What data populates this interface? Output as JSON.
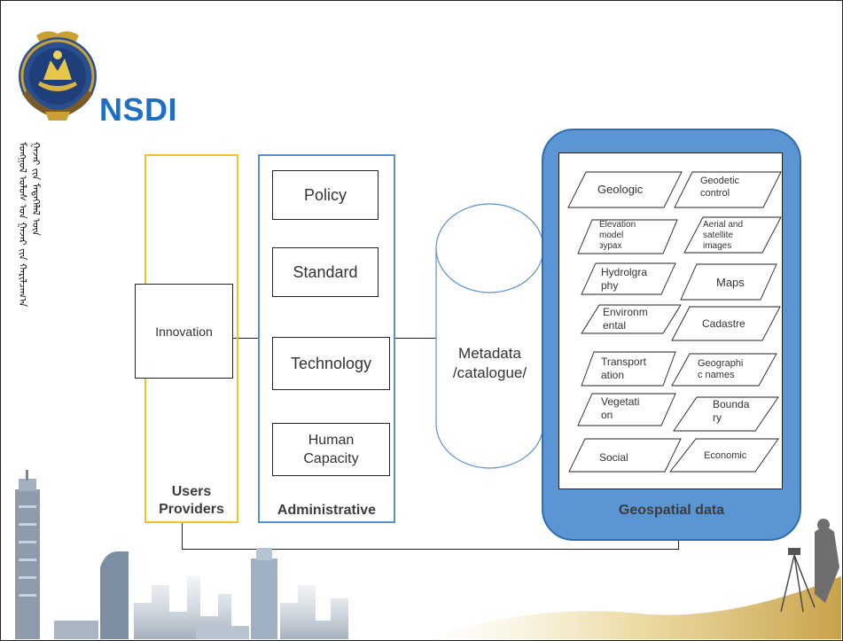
{
  "title": "NSDI",
  "colors": {
    "title": "#1f6fc4",
    "users_border": "#f2c227",
    "admin_border": "#5b8fd1",
    "geo_fill": "#5b95d3",
    "geo_border": "#2e6cb3",
    "cylinder_border": "#5b8fd1"
  },
  "columns": {
    "users": {
      "line1": "Users",
      "line2": "Providers"
    },
    "administrative": "Administrative",
    "geospatial": "Geospatial data"
  },
  "innovation": "Innovation",
  "admin_items": {
    "policy": "Policy",
    "standard": "Standard",
    "technology": "Technology",
    "human_capacity_1": "Human",
    "human_capacity_2": "Capacity"
  },
  "metadata": {
    "line1": "Metadata",
    "line2": "/catalogue/"
  },
  "geo_items": {
    "geologic": "Geologic",
    "geodetic_1": "Geodetic",
    "geodetic_2": "control",
    "elevation_1": "Elevation",
    "elevation_2": "model",
    "elevation_3": "зурах",
    "aerial_1": "Aerial and",
    "aerial_2": "satellite",
    "aerial_3": "images",
    "hydro_1": "Hydrolgra",
    "hydro_2": "phy",
    "maps": "Maps",
    "env_1": "Environm",
    "env_2": "ental",
    "cadastre": "Cadastre",
    "transport_1": "Transport",
    "transport_2": "ation",
    "geonames_1": "Geographi",
    "geonames_2": "c names",
    "veg_1": "Vegetati",
    "veg_2": "on",
    "boundary_1": "Bounda",
    "boundary_2": "ry",
    "social": "Social",
    "economic": "Economic"
  }
}
